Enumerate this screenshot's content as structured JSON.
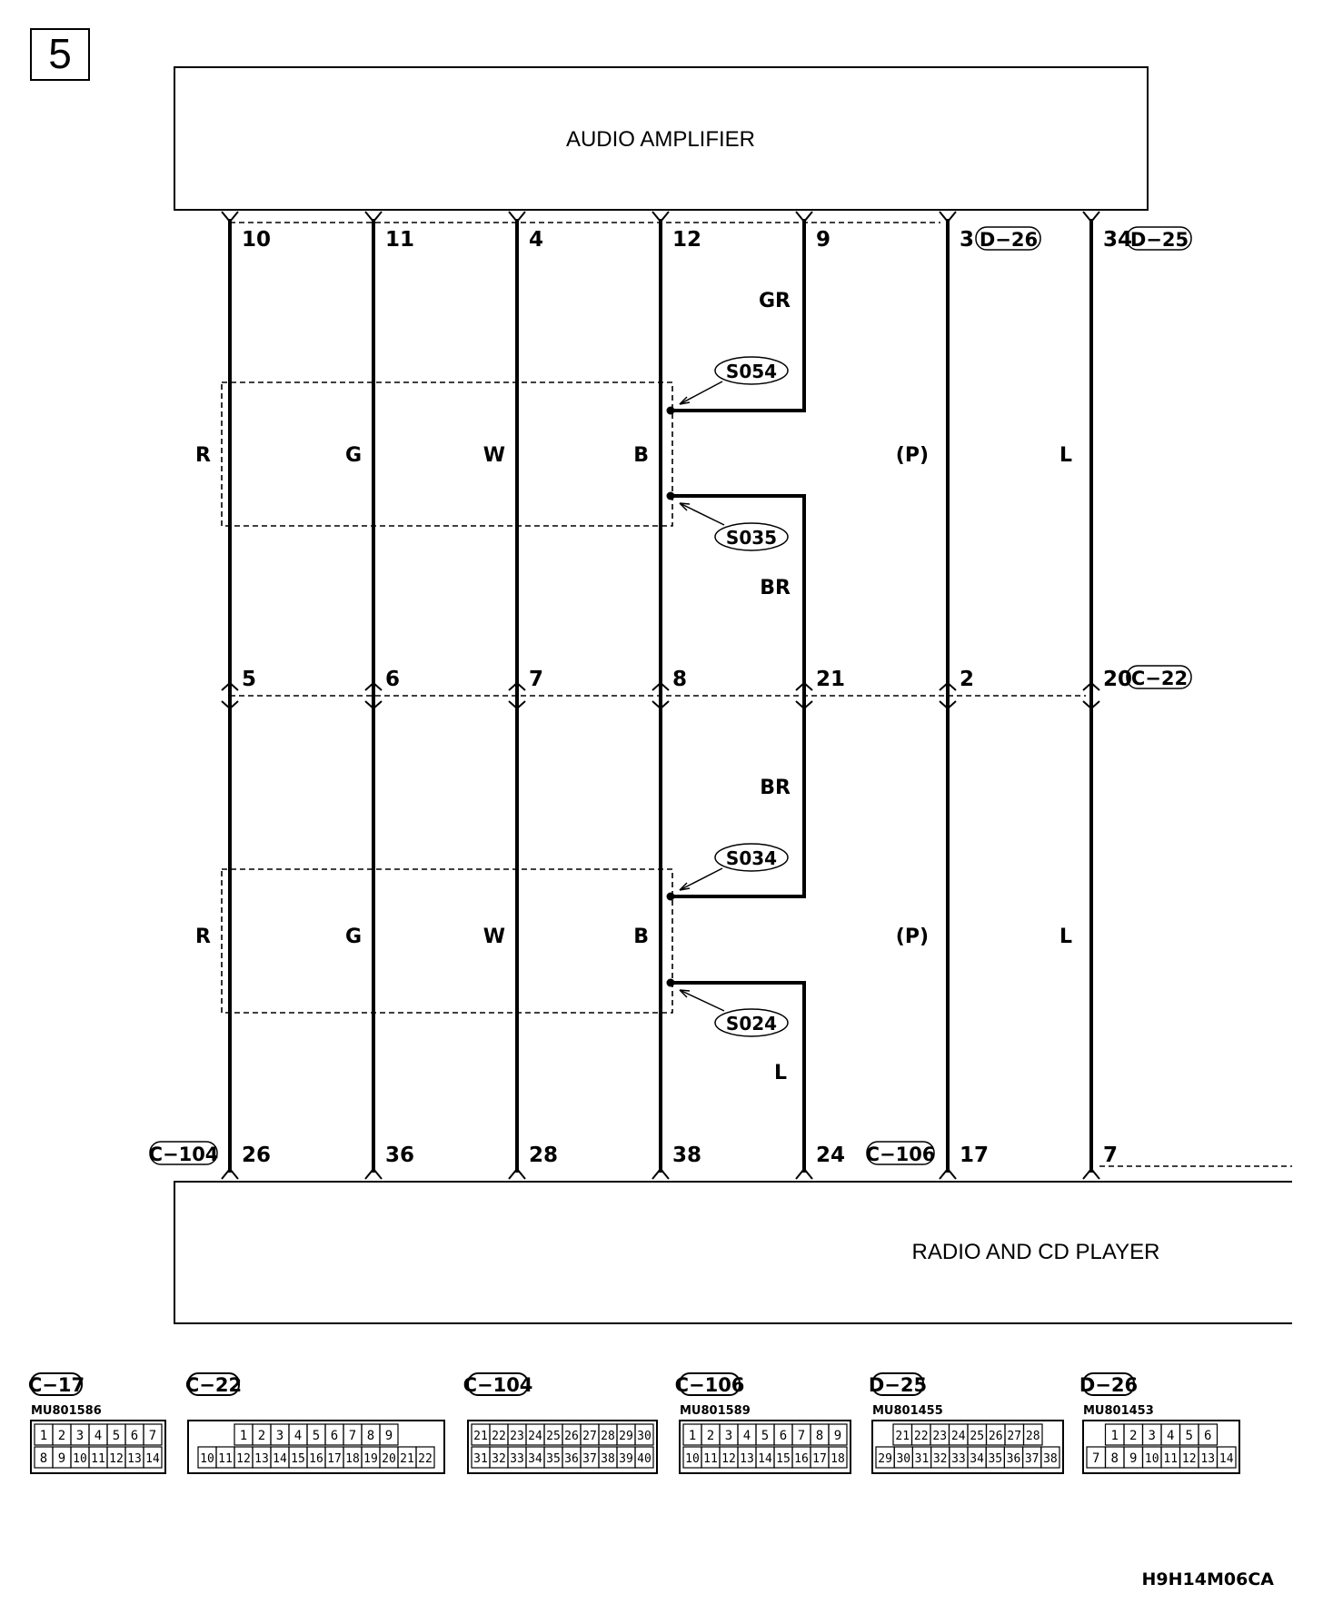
{
  "page_number": "5",
  "components": {
    "amplifier": "AUDIO AMPLIFIER",
    "radio": "RADIO AND CD PLAYER"
  },
  "connector_refs": {
    "d26": "D−26",
    "d25": "D−25",
    "c22": "C−22",
    "c104": "C−104",
    "c106": "C−106"
  },
  "wires": [
    {
      "top_pin": "10",
      "mid_pin": "5",
      "bottom_pin": "26",
      "upper_color": "R",
      "lower_color": "R"
    },
    {
      "top_pin": "11",
      "mid_pin": "6",
      "bottom_pin": "36",
      "upper_color": "G",
      "lower_color": "G"
    },
    {
      "top_pin": "4",
      "mid_pin": "7",
      "bottom_pin": "28",
      "upper_color": "W",
      "lower_color": "W"
    },
    {
      "top_pin": "12",
      "mid_pin": "8",
      "bottom_pin": "38",
      "upper_color": "B",
      "lower_color": "B"
    },
    {
      "top_pin": "9",
      "mid_pin": "21",
      "bottom_pin": "24",
      "segment_colors": [
        "GR",
        "BR",
        "BR",
        "L"
      ]
    },
    {
      "top_pin": "3",
      "mid_pin": "2",
      "bottom_pin": "17",
      "upper_color": "(P)",
      "lower_color": "(P)"
    },
    {
      "top_pin": "34",
      "mid_pin": "20",
      "bottom_pin": "7",
      "upper_color": "L",
      "lower_color": "L"
    }
  ],
  "splices": [
    "S054",
    "S035",
    "S034",
    "S024"
  ],
  "connector_legend": [
    {
      "id": "C−17",
      "part": "MU801586",
      "rows": [
        [
          "1",
          "2",
          "3",
          "4",
          "5",
          "6",
          "7"
        ],
        [
          "8",
          "9",
          "10",
          "11",
          "12",
          "13",
          "14"
        ]
      ]
    },
    {
      "id": "C−22",
      "part": "",
      "rows": [
        [
          "1",
          "2",
          "3",
          "4",
          "5",
          "6",
          "7",
          "8",
          "9"
        ],
        [
          "10",
          "11",
          "12",
          "13",
          "14",
          "15",
          "16",
          "17",
          "18",
          "19",
          "20",
          "21",
          "22"
        ]
      ]
    },
    {
      "id": "C−104",
      "part": "",
      "rows": [
        [
          "21",
          "22",
          "23",
          "24",
          "25",
          "26",
          "27",
          "28",
          "29",
          "30"
        ],
        [
          "31",
          "32",
          "33",
          "34",
          "35",
          "36",
          "37",
          "38",
          "39",
          "40"
        ]
      ]
    },
    {
      "id": "C−106",
      "part": "MU801589",
      "rows": [
        [
          "1",
          "2",
          "3",
          "4",
          "5",
          "6",
          "7",
          "8",
          "9"
        ],
        [
          "10",
          "11",
          "12",
          "13",
          "14",
          "15",
          "16",
          "17",
          "18"
        ]
      ]
    },
    {
      "id": "D−25",
      "part": "MU801455",
      "rows": [
        [
          "21",
          "22",
          "23",
          "24",
          "25",
          "26",
          "27",
          "28"
        ],
        [
          "29",
          "30",
          "31",
          "32",
          "33",
          "34",
          "35",
          "36",
          "37",
          "38"
        ]
      ]
    },
    {
      "id": "D−26",
      "part": "MU801453",
      "rows": [
        [
          "1",
          "2",
          "3",
          "4",
          "5",
          "6"
        ],
        [
          "7",
          "8",
          "9",
          "10",
          "11",
          "12",
          "13",
          "14"
        ]
      ]
    }
  ],
  "diagram_code": "H9H14M06CA"
}
